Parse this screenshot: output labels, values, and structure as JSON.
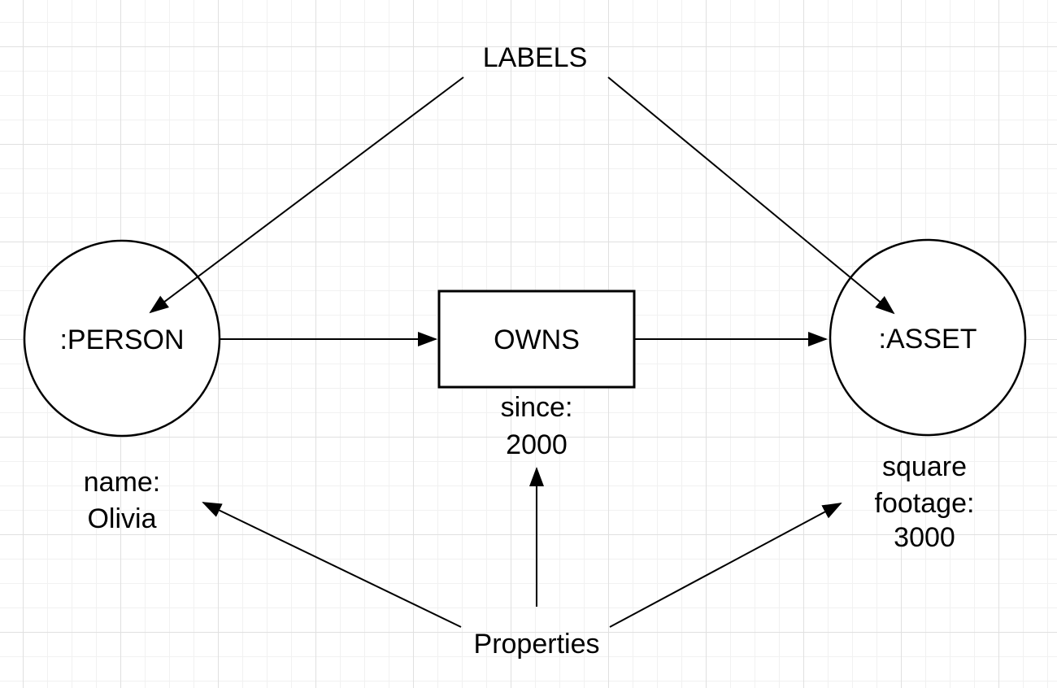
{
  "diagram": {
    "labels_annotation": "LABELS",
    "properties_annotation": "Properties",
    "person_node": {
      "label": ":PERSON",
      "property_lines": [
        "name:",
        "Olivia"
      ]
    },
    "owns_relationship": {
      "label": "OWNS",
      "property_lines": [
        "since:",
        "2000"
      ]
    },
    "asset_node": {
      "label": ":ASSET",
      "property_lines": [
        "square",
        "footage:",
        "3000"
      ]
    },
    "colors": {
      "stroke": "#000000",
      "background": "#ffffff",
      "grid_minor": "#f1f1f1",
      "grid_major": "#e0e0e0"
    }
  }
}
